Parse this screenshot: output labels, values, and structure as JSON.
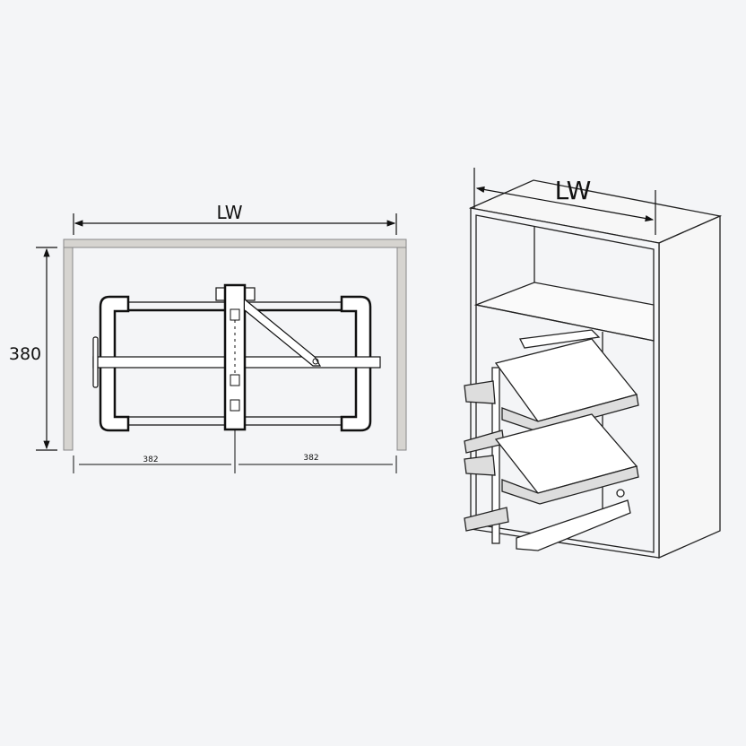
{
  "top_view": {
    "width_label": "LW",
    "depth_label": "380",
    "left_half_label": "382",
    "right_half_label": "382"
  },
  "perspective_view": {
    "width_label": "LW"
  }
}
